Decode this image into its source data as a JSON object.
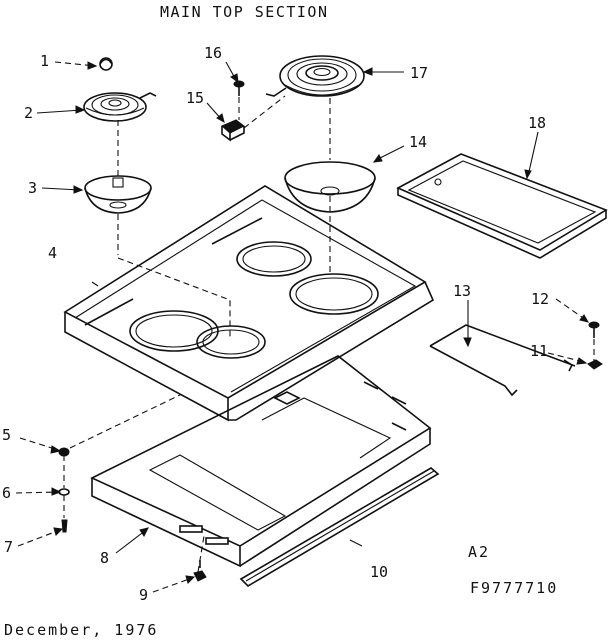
{
  "title": "MAIN TOP SECTION",
  "footer": {
    "date": "December, 1976",
    "code_a2": "A2",
    "part_number": "F9777710"
  },
  "callouts": [
    "1",
    "2",
    "3",
    "4",
    "5",
    "6",
    "7",
    "8",
    "9",
    "10",
    "11",
    "12",
    "13",
    "14",
    "15",
    "16",
    "17",
    "18"
  ]
}
